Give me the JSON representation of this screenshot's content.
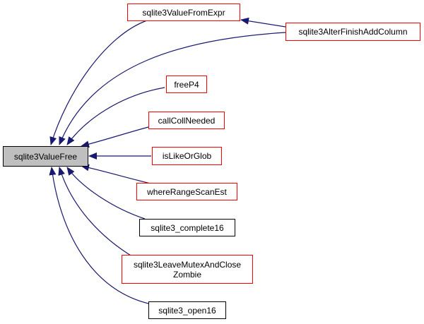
{
  "graph": {
    "type": "caller-graph",
    "edge_color": "#191970",
    "main_node": {
      "label": "sqlite3ValueFree",
      "fill": "#bfbfbf",
      "border": "#000000"
    },
    "nodes": [
      {
        "id": "sqlite3ValueFromExpr",
        "label": "sqlite3ValueFromExpr",
        "border": "#ff0000"
      },
      {
        "id": "sqlite3AlterFinishAddColumn",
        "label": "sqlite3AlterFinishAddColumn",
        "border": "#ff0000"
      },
      {
        "id": "freeP4",
        "label": "freeP4",
        "border": "#ff0000"
      },
      {
        "id": "callCollNeeded",
        "label": "callCollNeeded",
        "border": "#ff0000"
      },
      {
        "id": "isLikeOrGlob",
        "label": "isLikeOrGlob",
        "border": "#ff0000"
      },
      {
        "id": "whereRangeScanEst",
        "label": "whereRangeScanEst",
        "border": "#ff0000"
      },
      {
        "id": "sqlite3_complete16",
        "label": "sqlite3_complete16",
        "border": "#000000"
      },
      {
        "id": "sqlite3LeaveMutexAndCloseZombie",
        "label_line1": "sqlite3LeaveMutexAndClose",
        "label_line2": "Zombie",
        "border": "#ff0000"
      },
      {
        "id": "sqlite3_open16",
        "label": "sqlite3_open16",
        "border": "#000000"
      }
    ],
    "edges": [
      {
        "from": "sqlite3ValueFromExpr",
        "to": "sqlite3ValueFree"
      },
      {
        "from": "sqlite3AlterFinishAddColumn",
        "to": "sqlite3ValueFromExpr"
      },
      {
        "from": "sqlite3AlterFinishAddColumn",
        "to": "sqlite3ValueFree"
      },
      {
        "from": "freeP4",
        "to": "sqlite3ValueFree"
      },
      {
        "from": "callCollNeeded",
        "to": "sqlite3ValueFree"
      },
      {
        "from": "isLikeOrGlob",
        "to": "sqlite3ValueFree"
      },
      {
        "from": "whereRangeScanEst",
        "to": "sqlite3ValueFree"
      },
      {
        "from": "sqlite3_complete16",
        "to": "sqlite3ValueFree"
      },
      {
        "from": "sqlite3LeaveMutexAndCloseZombie",
        "to": "sqlite3ValueFree"
      },
      {
        "from": "sqlite3_open16",
        "to": "sqlite3ValueFree"
      }
    ]
  }
}
